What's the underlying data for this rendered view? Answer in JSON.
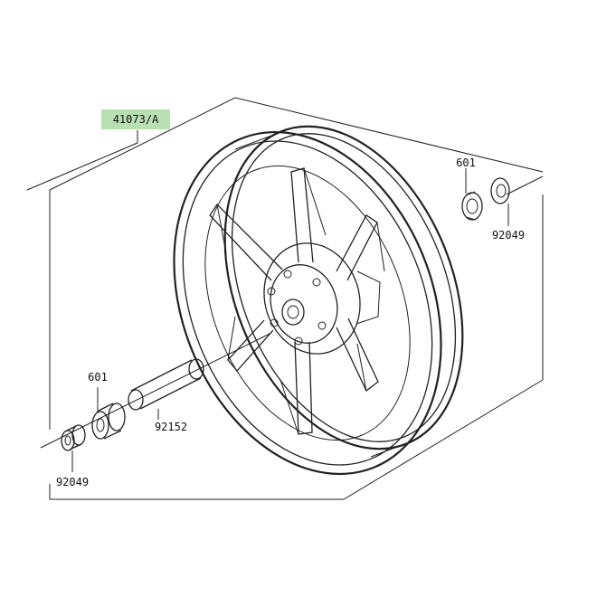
{
  "labels": {
    "assembly": "41073/A",
    "bearing_right": "601",
    "seal_right": "92049",
    "bearing_left": "601",
    "collar": "92152",
    "seal_left": "92049"
  },
  "colors": {
    "highlight": "#b8e0b0",
    "line": "#222222",
    "background": "#ffffff"
  }
}
